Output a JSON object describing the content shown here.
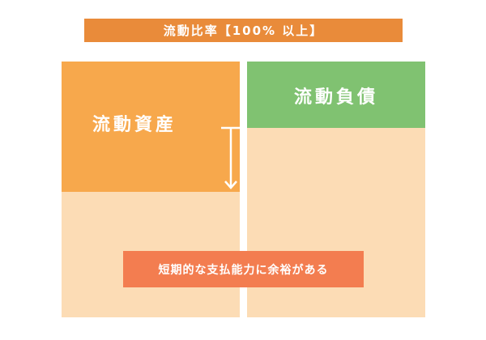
{
  "title": "流動比率【100% 以上】",
  "assets": {
    "label": "流動資産"
  },
  "liabilities": {
    "label": "流動負債"
  },
  "note": "短期的な支払能力に余裕がある",
  "colors": {
    "title": "#e98b3a",
    "assets": "#f7a84c",
    "liabilities": "#80c271",
    "background_block": "#fcdcb5",
    "note": "#f37d50"
  }
}
